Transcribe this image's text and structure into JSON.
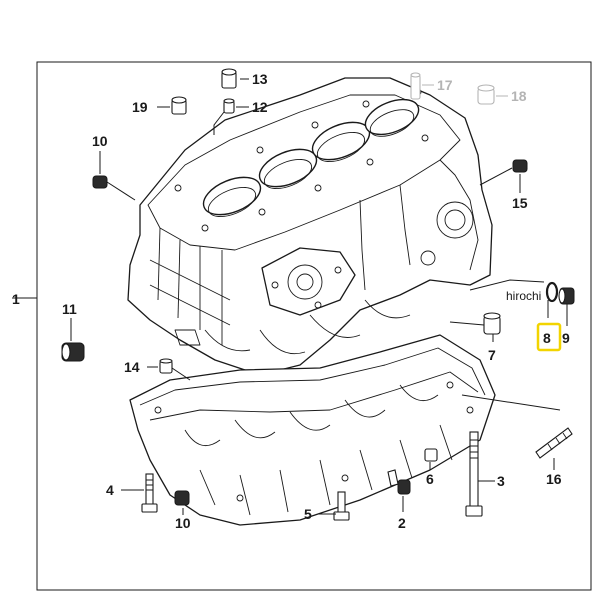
{
  "callouts": {
    "c1": "1",
    "c2": "2",
    "c3": "3",
    "c4": "4",
    "c5": "5",
    "c6": "6",
    "c7": "7",
    "c8": "8",
    "c9": "9",
    "c10a": "10",
    "c10b": "10",
    "c11": "11",
    "c12": "12",
    "c13": "13",
    "c14": "14",
    "c15": "15",
    "c16": "16",
    "c17": "17",
    "c18": "18",
    "c19": "19"
  },
  "watermark": "hirochi",
  "colors": {
    "line": "#1a1a1a",
    "muted": "#b4b4b4",
    "highlight": "#f2d400"
  }
}
